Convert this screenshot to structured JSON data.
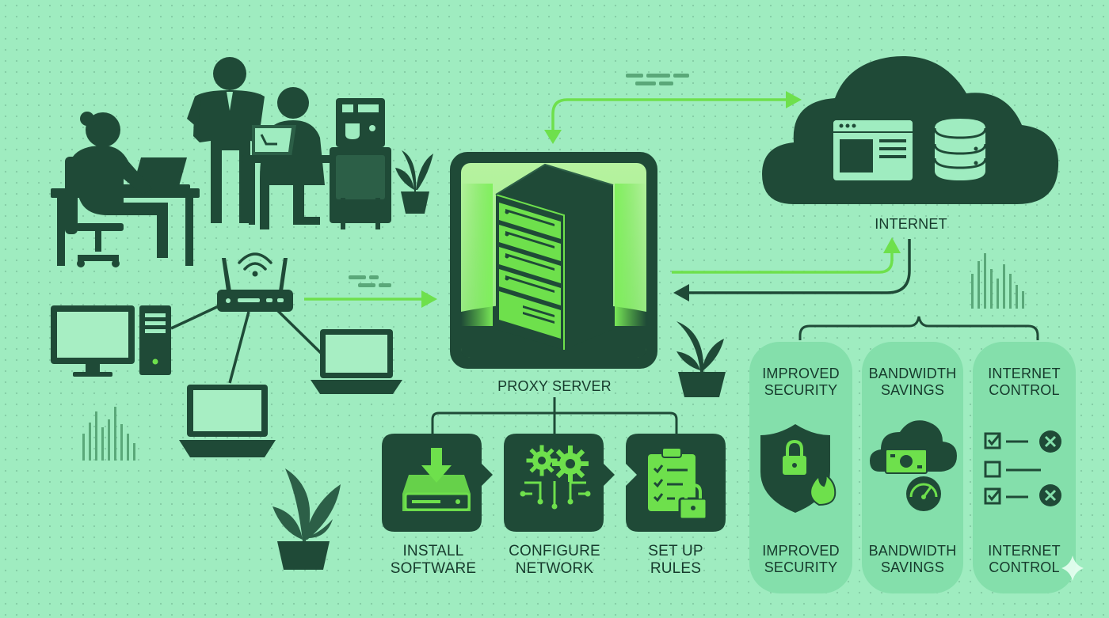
{
  "center": {
    "label": "PROXY SERVER"
  },
  "cloud": {
    "label": "INTERNET"
  },
  "steps": [
    {
      "line1": "INSTALL",
      "line2": "SOFTWARE",
      "icon": "install-icon"
    },
    {
      "line1": "CONFIGURE",
      "line2": "NETWORK",
      "icon": "gears-icon"
    },
    {
      "line1": "SET UP",
      "line2": "RULES",
      "icon": "clipboard-lock-icon"
    }
  ],
  "benefits": [
    {
      "top1": "IMPROVED",
      "top2": "SECURITY",
      "bottom1": "IMPROVED",
      "bottom2": "SECURITY",
      "icon": "shield-lock-icon"
    },
    {
      "top1": "BANDWIDTH",
      "top2": "SAVINGS",
      "bottom1": "BANDWIDTH",
      "bottom2": "SAVINGS",
      "icon": "cloud-money-icon"
    },
    {
      "top1": "INTERNET",
      "top2": "CONTROL",
      "bottom1": "INTERNET",
      "bottom2": "CONTROL",
      "icon": "checklist-icon"
    }
  ],
  "colors": {
    "background": "#9fecc0",
    "dark": "#1f4a37",
    "accent": "#6ee04c",
    "pill": "#84dfab"
  }
}
